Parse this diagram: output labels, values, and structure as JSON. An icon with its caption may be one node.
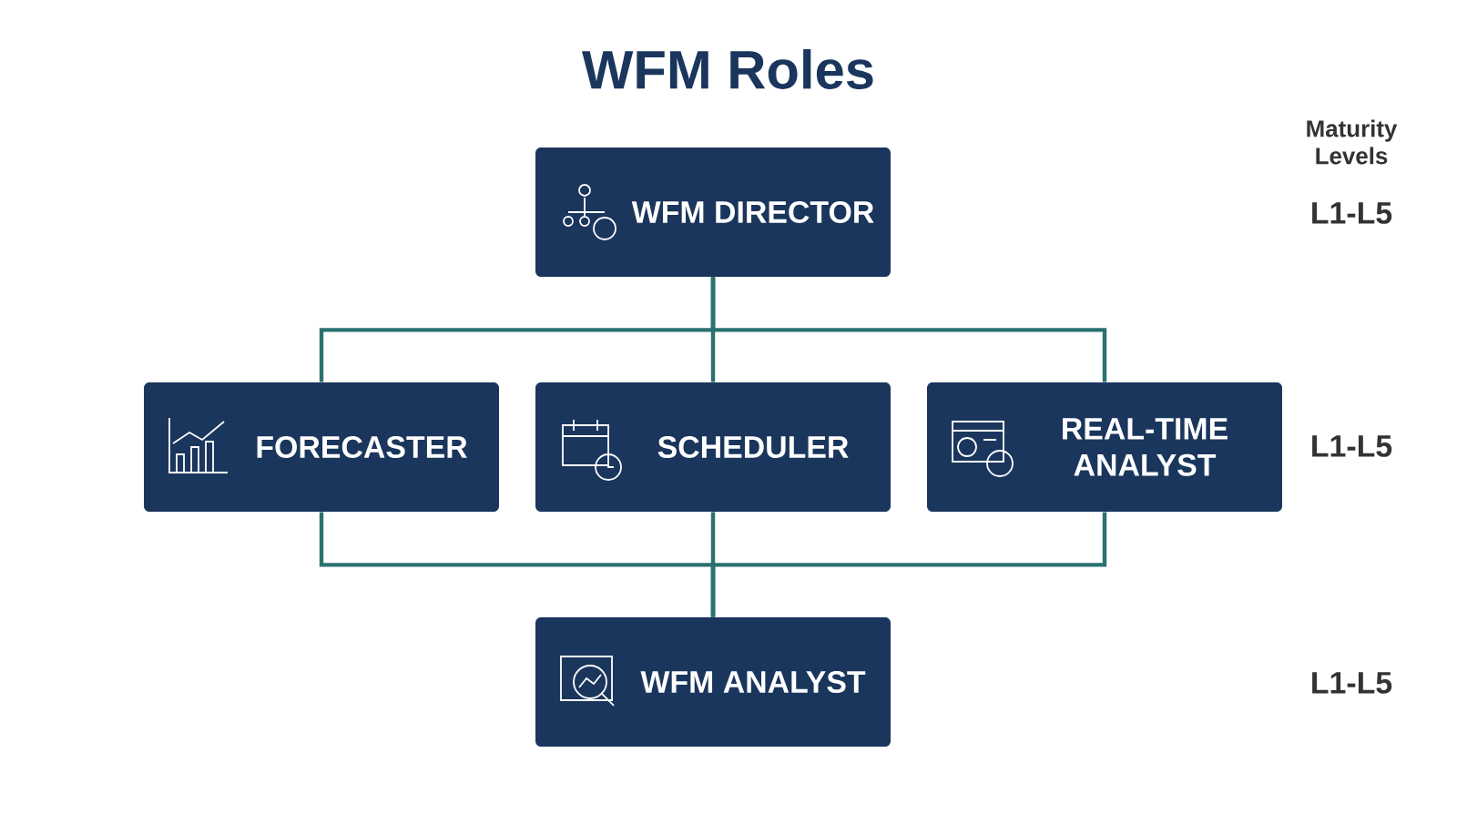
{
  "diagram": {
    "title": "WFM Roles",
    "nodes": [
      {
        "text": [
          "WFM DIRECTOR"
        ]
      },
      {
        "text": [
          "FORECASTER"
        ]
      },
      {
        "text": [
          "SCHEDULER"
        ]
      },
      {
        "text": [
          "REAL-TIME ANALYST"
        ]
      },
      {
        "text": [
          "WFM ANALYST"
        ]
      }
    ],
    "edges": [
      {
        "from": 0,
        "to": 1,
        "arrow": "none"
      },
      {
        "from": 0,
        "to": 2,
        "arrow": "none"
      },
      {
        "from": 0,
        "to": 3,
        "arrow": "none"
      },
      {
        "from": 1,
        "to": 4,
        "arrow": "none"
      },
      {
        "from": 2,
        "to": 4,
        "arrow": "none"
      },
      {
        "from": 3,
        "to": 4,
        "arrow": "none"
      }
    ],
    "labels": [
      "Maturity Levels",
      "L1-L5",
      "L1-L5",
      "L1-L5"
    ]
  }
}
